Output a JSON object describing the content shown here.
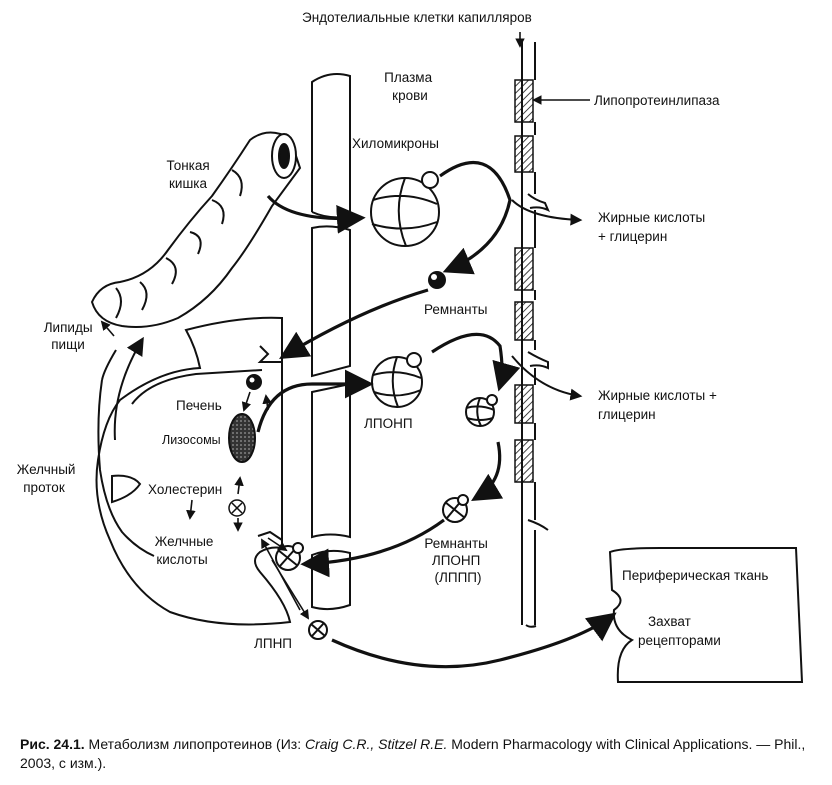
{
  "labels": {
    "endothelial": "Эндотелиальные клетки капилляров",
    "plasma_line1": "Плазма",
    "plasma_line2": "крови",
    "lipoprotein_lipase": "Липопротеинлипаза",
    "chylomicrons": "Хиломикроны",
    "small_intestine_line1": "Тонкая",
    "small_intestine_line2": "кишка",
    "fatty_acids_1_line1": "Жирные кислоты",
    "fatty_acids_1_line2": "+ глицерин",
    "remnants": "Ремнанты",
    "food_lipids_line1": "Липиды",
    "food_lipids_line2": "пищи",
    "liver": "Печень",
    "lysosomes": "Лизосомы",
    "vldl": "ЛПОНП",
    "fatty_acids_2_line1": "Жирные кислоты +",
    "fatty_acids_2_line2": "глицерин",
    "bile_duct_line1": "Желчный",
    "bile_duct_line2": "проток",
    "cholesterol": "Холестерин",
    "bile_acids_line1": "Желчные",
    "bile_acids_line2": "кислоты",
    "vldl_remnants_line1": "Ремнанты",
    "vldl_remnants_line2": "ЛПОНП",
    "vldl_remnants_line3": "(ЛППП)",
    "peripheral_tissue": "Периферическая ткань",
    "receptor_uptake_line1": "Захват",
    "receptor_uptake_line2": "рецепторами",
    "ldl": "ЛПНП"
  },
  "caption": {
    "fig_number": "Рис. 24.1.",
    "text_1": " Метаболизм липопротеинов (Из: ",
    "authors": "Craig C.R., Stitzel R.E.",
    "text_2": " Modern Pharmacology with Clinical Applications. — Phil., 2003, с изм.)."
  }
}
